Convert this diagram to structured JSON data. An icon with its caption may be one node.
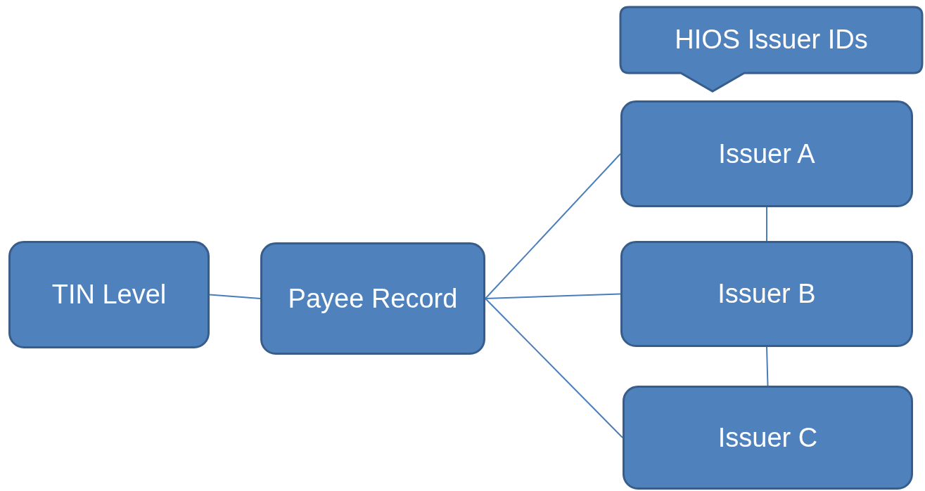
{
  "diagram": {
    "nodes": [
      {
        "text": [
          "HIOS Issuer IDs"
        ]
      },
      {
        "text": [
          "Issuer A"
        ]
      },
      {
        "text": [
          "TIN Level"
        ]
      },
      {
        "text": [
          "Payee Record"
        ]
      },
      {
        "text": [
          "Issuer B"
        ]
      },
      {
        "text": [
          "Issuer C"
        ]
      }
    ],
    "edges": [
      {
        "from": 2,
        "to": 3,
        "arrow": "none"
      },
      {
        "from": 3,
        "to": 1,
        "arrow": "none"
      },
      {
        "from": 3,
        "to": 4,
        "arrow": "none"
      },
      {
        "from": 3,
        "to": 5,
        "arrow": "none"
      },
      {
        "from": 1,
        "to": 4,
        "arrow": "none"
      },
      {
        "from": 4,
        "to": 5,
        "arrow": "none"
      }
    ]
  }
}
